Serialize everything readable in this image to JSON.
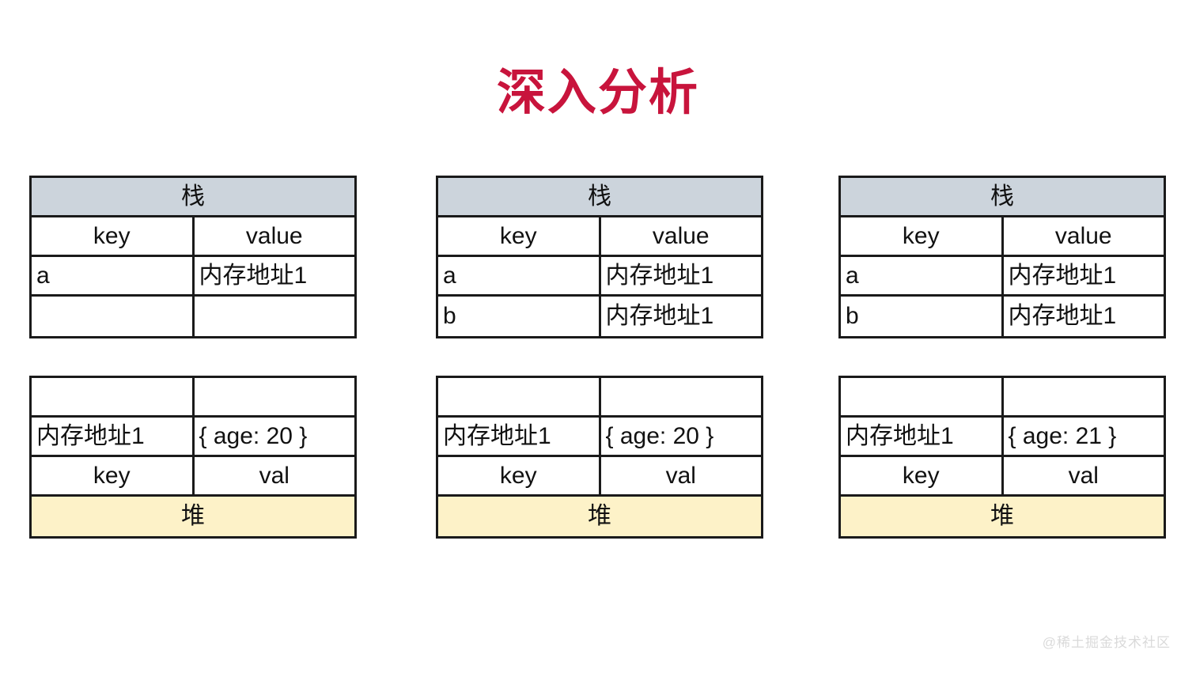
{
  "title": "深入分析",
  "title_color": "#c8143c",
  "stack_header_color": "#ccd4dc",
  "heap_footer_color": "#fdf2c8",
  "watermark": "@稀土掘金技术社区",
  "groups": [
    {
      "stack": {
        "banner": "栈",
        "columns": [
          "key",
          "value"
        ],
        "rows": [
          {
            "key": "a",
            "value": "内存地址1"
          },
          {
            "key": "",
            "value": ""
          }
        ]
      },
      "heap": {
        "banner": "堆",
        "columns": [
          "key",
          "val"
        ],
        "rows": [
          {
            "key": "",
            "val": ""
          },
          {
            "key": "内存地址1",
            "val": "{ age: 20 }"
          }
        ]
      }
    },
    {
      "stack": {
        "banner": "栈",
        "columns": [
          "key",
          "value"
        ],
        "rows": [
          {
            "key": "a",
            "value": "内存地址1"
          },
          {
            "key": "b",
            "value": "内存地址1"
          }
        ]
      },
      "heap": {
        "banner": "堆",
        "columns": [
          "key",
          "val"
        ],
        "rows": [
          {
            "key": "",
            "val": ""
          },
          {
            "key": "内存地址1",
            "val": "{ age: 20 }"
          }
        ]
      }
    },
    {
      "stack": {
        "banner": "栈",
        "columns": [
          "key",
          "value"
        ],
        "rows": [
          {
            "key": "a",
            "value": "内存地址1"
          },
          {
            "key": "b",
            "value": "内存地址1"
          }
        ]
      },
      "heap": {
        "banner": "堆",
        "columns": [
          "key",
          "val"
        ],
        "rows": [
          {
            "key": "",
            "val": ""
          },
          {
            "key": "内存地址1",
            "val": "{ age: 21 }"
          }
        ]
      }
    }
  ]
}
